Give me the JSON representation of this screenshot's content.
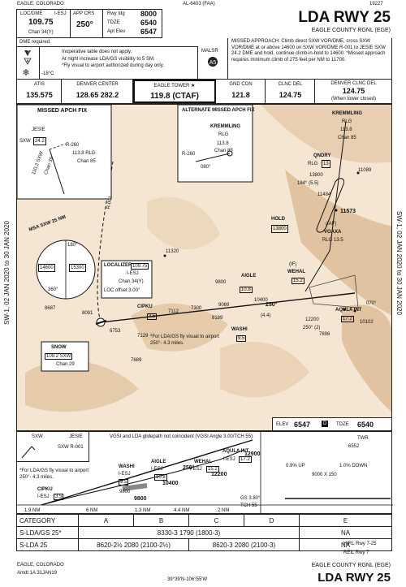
{
  "header": {
    "state": "EAGLE, COLORADO",
    "procedure_id": "AL-6403 (FAA)",
    "cycle": "19227",
    "title": "LDA RWY 25",
    "airport": "EAGLE COUNTY RGNL (EGE)"
  },
  "briefing": {
    "loc_label": "LOC/DME",
    "loc_ident": "I-ESJ",
    "loc_freq": "109.75",
    "loc_chan": "Chan 34(Y)",
    "app_crs_label": "APP CRS",
    "app_crs": "250°",
    "rwy_ldg_label": "Rwy Idg",
    "rwy_ldg": "8000",
    "tdze_label": "TDZE",
    "tdze": "6540",
    "apt_elev_label": "Apt Elev",
    "apt_elev": "6547",
    "dme_required": "DME required.",
    "note1": "Inoperative table does not apply.",
    "note2": "At night increase LDA/GS visibility to 5 SM.",
    "note3": "*Fly visual to airport authorized during day only.",
    "temp": "-18°C",
    "malsr": "MALSR",
    "missed_approach": "MISSED APPROACH: Climb direct SXW VOR/DME, cross SXW VOR/DME at or above 14600 on SXW VOR/DME R-001 to JESIE SXW 24.2 DME and hold, continue climb-in-hold to 14600. *Missed approach requires minimum climb of 275 feet per NM to 11700."
  },
  "comms": [
    {
      "label": "ATIS",
      "freq": "135.575"
    },
    {
      "label": "DENVER CENTER",
      "freq": "128.65  282.2"
    },
    {
      "label": "EAGLE TOWER ★",
      "freq": "119.8 (CTAF)"
    },
    {
      "label": "GND CON",
      "freq": "121.8"
    },
    {
      "label": "CLNC DEL",
      "freq": "124.75"
    },
    {
      "label": "DENVER CLNC DEL",
      "freq": "124.75",
      "note": "(When tower closed)"
    }
  ],
  "plan": {
    "missed_fix": "MISSED APCH FIX",
    "alt_missed_fix": "ALTERNATE MISSED APCH FIX",
    "jesie": "JESIE",
    "jesie_dme": "24.2",
    "sxw": "SXW",
    "r260": "R-260",
    "rlg_freq": "113.8 RLG",
    "chan85": "Chan 85",
    "sxw_freq": "110.2 SXW",
    "chan39": "Chan 39",
    "kremmling": "KREMMLING",
    "rlg": "RLG",
    "alt_rlg_freq": "113.8",
    "alt_chan": "Chan 85",
    "r260b": "R-260",
    "r080": "080°",
    "qndry": "QNDRY",
    "rlg13": "RLG",
    "rlg13_dme": "13",
    "d13800": "13800",
    "d184": "184° (5.5)",
    "elev11484": "11484",
    "elev11573": "11573",
    "hold": "HOLD",
    "hold_alt": "13800",
    "iaf": "(IAF)",
    "voaxa": "VOAXA",
    "rlg_13_5": "RLG 13.5",
    "msa": "MSA SXW 25 NM",
    "msa_alt1": "14600",
    "msa_alt2": "15300",
    "msa_brg1": "360°",
    "msa_brg2": "180°",
    "r001": "R-001",
    "d11320": "11320",
    "loc_box_title": "LOCALIZER",
    "loc_box_freq": "109.75",
    "loc_box_ident": "I-ESJ",
    "loc_box_chan": "Chan 34(Y)",
    "loc_box_offset": "LOC offset 3.00°",
    "if_label": "(IF)",
    "wehal": "WEHAL",
    "wehal_dme": "15.2",
    "aigle": "AIGLE",
    "aigle_dme": "10.8",
    "d9800": "9800",
    "d10400": "10400",
    "crs250": "250°",
    "d44": "(4.4)",
    "d12200": "12200",
    "d250_2": "250° (2)",
    "aqula": "AQULA INT",
    "aqula_dme": "17.2",
    "d7896": "7896",
    "d1010": "10102",
    "d070": "070°",
    "cipku": "CIPKU",
    "cipku_dme": "3.5",
    "d7112": "7112",
    "d7300": "7300",
    "d9069": "9069",
    "d8189": "8189",
    "washi": "WASHI",
    "washi_dme": "9.5",
    "d6753": "6753",
    "d7129": "7129",
    "d8091": "8091",
    "d8687": "8687",
    "d7689": "7689",
    "fly_visual": "*For LDA/GS fly visual to airport 250°- 4.3 miles.",
    "snow": "SNOW",
    "snow_freq": "109.2 SXW",
    "snow_chan": "Chan 29",
    "d11089": "11089",
    "elev_label": "ELEV",
    "elev": "6547",
    "tdze_label": "TDZE",
    "tdze": "6540"
  },
  "profile": {
    "sxw": "SXW",
    "jesie": "JESIE",
    "sxw_r001": "SXW R-001",
    "vgsi_note": "VGSI and LDA glidepath not coincident (VGSI Angle 3.00/TCH 55).",
    "aqula": "AQULA INT",
    "aqula_ident": "I-ESJ",
    "aqula_dme": "17.2",
    "wehal": "WEHAL",
    "wehal_ident": "I-ESJ",
    "wehal_dme": "15.2",
    "aigle": "AIGLE",
    "aigle_ident": "I-ESJ",
    "aigle_dme": "10.8",
    "washi": "WASHI",
    "washi_ident": "I-ESJ",
    "washi_dme": "9.5",
    "cipku": "CIPKU",
    "cipku_ident": "I-ESJ",
    "cipku_dme": "3.5",
    "fly_visual": "*For LDA/GS fly visual to airport 250°- 4.3 miles.",
    "alt12900": "12900",
    "alt12200": "12200",
    "alt10400": "10400",
    "alt9800a": "9800",
    "alt9800b": "9800",
    "crs250": "250°",
    "gs": "GS 3.80°",
    "tch": "TCH 55",
    "dist1": "1.9 NM",
    "dist2": "6 NM",
    "dist3": "1.3 NM",
    "dist4": "4.4 NM",
    "dist5": "2 NM",
    "twr": "TWR",
    "twr_elev": "6552",
    "rwy_slope1": "0.9% UP",
    "rwy_slope2": "1.0% DOWN",
    "rwy_dims": "9000 X 150"
  },
  "minimums": {
    "headers": [
      "CATEGORY",
      "A",
      "B",
      "C",
      "D",
      "E"
    ],
    "rows": [
      {
        "label": "S-LDA/GS 25*",
        "abcd": "8330-3  1790 (1800-3)",
        "c": "",
        "d": "",
        "e": "NA"
      },
      {
        "label": "S-LDA 25",
        "ab": "8620-2½  2080 (2100-2½)",
        "cd": "8620-3  2080 (2100-3)",
        "e": "NA"
      }
    ],
    "lighting1": "HIRL Rwy 7-25",
    "lighting2": "REIL Rwy 7"
  },
  "footer": {
    "left1": "EAGLE, COLORADO",
    "left2": "Amdt 1A  31JAN19",
    "coords": "39°39'N-106°55'W",
    "right1": "EAGLE COUNTY RGNL (EGE)",
    "right2": "LDA RWY 25"
  },
  "margin": {
    "left_note": "SW-1, 02 JAN 2020 to 30 JAN 2020",
    "right_note": "SW-1, 02 JAN 2020 to 30 JAN 2020"
  }
}
